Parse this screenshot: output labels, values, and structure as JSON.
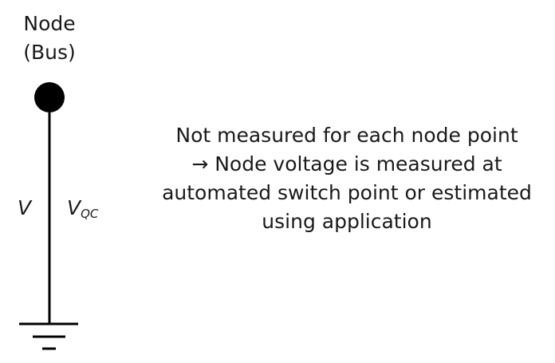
{
  "node": {
    "title": "Node",
    "subtitle": "(Bus)"
  },
  "variables": {
    "v": "V",
    "vqc_base": "V",
    "vqc_sub": "QC"
  },
  "note": {
    "lines": [
      "Not measured for each node point",
      "→ Node voltage is measured at",
      "automated switch point or estimated",
      "using application"
    ]
  }
}
